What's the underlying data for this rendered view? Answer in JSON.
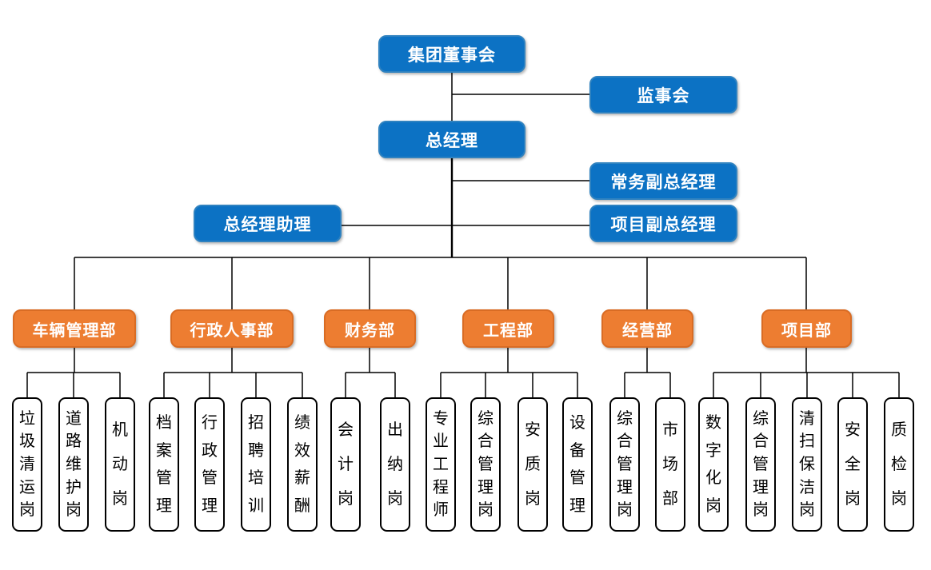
{
  "diagram_type": "org-chart",
  "colors": {
    "executive_fill": "#0c72c4",
    "executive_border": "#2f82c0",
    "department_fill": "#ed7d31",
    "department_border": "#d96c24",
    "post_fill": "#ffffff",
    "post_border": "#000000",
    "connector": "#000000",
    "text_on_color": "#ffffff",
    "text_on_white": "#000000"
  },
  "executives": {
    "board": "集团董事会",
    "supervisory": "监事会",
    "gm": "总经理",
    "exec_deputy_gm": "常务副总经理",
    "gm_assistant": "总经理助理",
    "project_deputy_gm": "项目副总经理"
  },
  "departments": [
    {
      "name": "车辆管理部",
      "children": [
        "垃圾清运岗",
        "道路维护岗",
        "机动岗"
      ]
    },
    {
      "name": "行政人事部",
      "children": [
        "档案管理",
        "行政管理",
        "招聘培训",
        "绩效薪酬"
      ]
    },
    {
      "name": "财务部",
      "children": [
        "会计岗",
        "出纳岗"
      ]
    },
    {
      "name": "工程部",
      "children": [
        "专业工程师",
        "综合管理岗",
        "安质岗",
        "设备管理"
      ]
    },
    {
      "name": "经营部",
      "children": [
        "综合管理岗",
        "市场部"
      ]
    },
    {
      "name": "项目部",
      "children": [
        "数字化岗",
        "综合管理岗",
        "清扫保洁岗",
        "安全岗",
        "质检岗"
      ]
    }
  ]
}
